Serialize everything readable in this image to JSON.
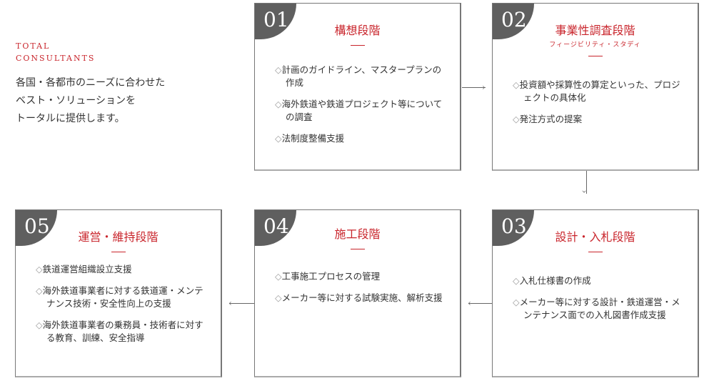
{
  "intro": {
    "label_line1": "TOTAL",
    "label_line2": "CONSULTANTS",
    "lines": [
      "各国・各都市のニーズに合わせた",
      "ベスト・ソリューションを",
      "トータルに提供します。"
    ]
  },
  "steps": [
    {
      "number": "01",
      "title": "構想段階",
      "items": [
        "計画のガイドライン、マスタープランの作成",
        "海外鉄道や鉄道プロジェクト等についての調査",
        "法制度整備支援"
      ]
    },
    {
      "number": "02",
      "title": "事業性調査段階",
      "subtitle": "フィージビリティ・スタディ",
      "items": [
        "投資額や採算性の算定といった、プロジェクトの具体化",
        "発注方式の提案"
      ]
    },
    {
      "number": "03",
      "title": "設計・入札段階",
      "items": [
        "入札仕様書の作成",
        "メーカー等に対する設計・鉄道運営・メンテナンス面での入札図書作成支援"
      ]
    },
    {
      "number": "04",
      "title": "施工段階",
      "items": [
        "工事施工プロセスの管理",
        "メーカー等に対する試験実施、解析支援"
      ]
    },
    {
      "number": "05",
      "title": "運営・維持段階",
      "items": [
        "鉄道運営組織設立支援",
        "海外鉄道事業者に対する鉄道運・メンテナンス技術・安全性向上の支援",
        "海外鉄道事業者の乗務員・技術者に対する教育、訓練、安全指導"
      ]
    }
  ]
}
